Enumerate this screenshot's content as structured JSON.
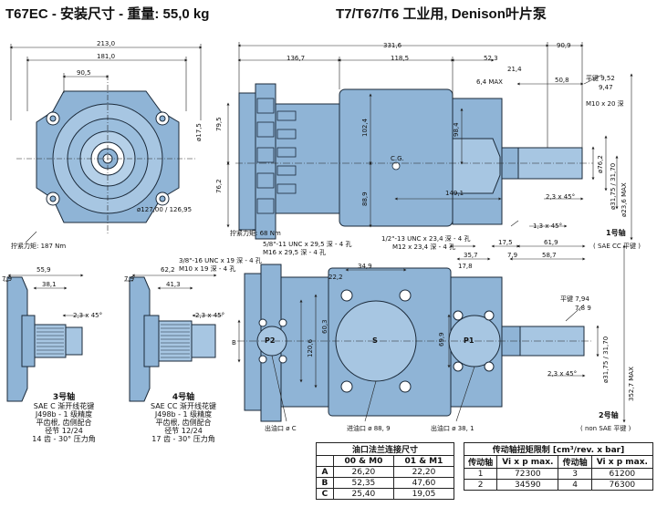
{
  "titles": {
    "left": "T67EC - 安装尺寸 - 重量: 55,0 kg",
    "right": "T7/T67/T6 工业用, Denison叶片泵"
  },
  "colors": {
    "body": "#8fb4d6",
    "outline": "#1b2a3a",
    "dim": "#222222",
    "bg": "#ffffff"
  },
  "front_view": {
    "dims": [
      "213,0",
      "181,0",
      "90,5",
      "ø17,5",
      "ø127,00 / 126,95"
    ],
    "torque": "拧紧力矩: 187 Nm"
  },
  "side_view": {
    "dims": [
      "331,6",
      "136,7",
      "118,5",
      "52,3",
      "21,4",
      "90,9",
      "6,4 MAX",
      "79,5",
      "76,2",
      "102,4",
      "88,9",
      "98,4",
      "149,1",
      "50,8",
      "2,3 x 45°",
      "1,3 x 45°"
    ],
    "cg": "C.G.",
    "torque": "拧紧力矩: 68 Nm",
    "key_note": [
      "平键 9,52",
      "9,47",
      "M10 x 20 深"
    ],
    "shaft_dia": [
      "ø76,2",
      "ø31,75 / 31,70",
      "ø23,6 MAX"
    ],
    "shaft_label": "1号轴",
    "shaft_sub": "( SAE CC 平键 )"
  },
  "bottom_view": {
    "thread_left": [
      "3/8\"-16 UNC x 19 深 - 4 孔",
      "M10 x 19 深 - 4 孔"
    ],
    "thread_mid": [
      "5/8\"-11 UNC x 29,5 深 - 4 孔",
      "M16 x 29,5 深 - 4 孔"
    ],
    "thread_right": [
      "1/2\"-13 UNC x 23,4 深 - 4 孔",
      "M12 x 23,4 深 - 4 孔"
    ],
    "dims": [
      "17,8",
      "35,7",
      "17,5",
      "61,9",
      "58,7",
      "7,9",
      "34,9",
      "22,2",
      "69,9",
      "60,3",
      "120,6",
      "B",
      "2,3 x 45°"
    ],
    "ports": [
      "P2",
      "S",
      "P1"
    ],
    "outlet_c": "出油口 ø C",
    "inlet": "进油口 ø 88, 9",
    "outlet_1": "出油口 ø 38, 1",
    "key_note": [
      "平键 7,94",
      "7,8 9"
    ],
    "shaft_dia": [
      "ø31,75 / 31,70",
      "352,7 MAX"
    ],
    "shaft_label": "2号轴",
    "shaft_sub": "( non SAE 平键 )"
  },
  "shaft3": {
    "dims": [
      "7,9",
      "55,9",
      "38,1",
      "2,3 x 45°"
    ],
    "caption": [
      "3号轴",
      "SAE C 渐开线花键",
      "J498b - 1 级精度",
      "平齿根, 齿侧配合",
      "径节 12/24",
      "14 齿 - 30° 压力角"
    ]
  },
  "shaft4": {
    "dims": [
      "7,9",
      "62,2",
      "41,3",
      "2,3 x 45°"
    ],
    "caption": [
      "4号轴",
      "SAE CC 渐开线花键",
      "J498b - 1 级精度",
      "平齿根, 齿侧配合",
      "径节 12/24",
      "17 齿 - 30° 压力角"
    ]
  },
  "flange_table": {
    "title": "油口法兰连接尺寸",
    "headers": [
      "",
      "00 & M0",
      "01 & M1"
    ],
    "rows": [
      [
        "A",
        "26,20",
        "22,20"
      ],
      [
        "B",
        "52,35",
        "47,60"
      ],
      [
        "C",
        "25,40",
        "19,05"
      ]
    ]
  },
  "torque_table": {
    "title": "传动轴扭矩限制 [cm³/rev. x bar]",
    "headers": [
      "传动轴",
      "Vi x p max.",
      "传动轴",
      "Vi x p max."
    ],
    "rows": [
      [
        "1",
        "72300",
        "3",
        "61200"
      ],
      [
        "2",
        "34590",
        "4",
        "76300"
      ]
    ]
  }
}
